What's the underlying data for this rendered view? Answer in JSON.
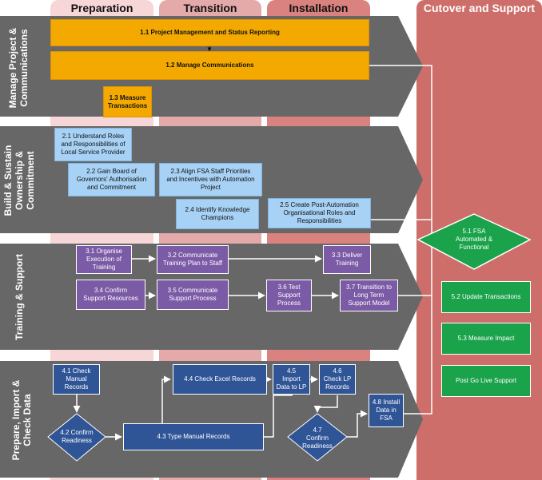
{
  "columns": {
    "preparation": "Preparation",
    "transition": "Transition",
    "installation": "Installation",
    "cutover": "Cutover and Support"
  },
  "bands": {
    "b1": "Manage Project &\nCommunications",
    "b2": "Build & Sustain\nOwnership &\nCommitment",
    "b3": "Training & Support",
    "b4": "Prepare, Import &\nCheck Data"
  },
  "tasks": {
    "t1_1": "1.1 Project Management and Status Reporting",
    "t1_2": "1.2 Manage Communications",
    "t1_3": "1.3 Measure\nTransactions",
    "t2_1": "2.1 Understand Roles\nand Responsibilities of\nLocal Service Provider",
    "t2_2": "2.2 Gain Board of\nGovernors' Authorisation\nand Commitment",
    "t2_3": "2.3 Align FSA Staff Priorities\nand Incentives with Automation\nProject",
    "t2_4": "2.4 Identify Knowledge\nChampions",
    "t2_5": "2.5 Create Post-Automation\nOrganisational Roles and\nResponsibilities",
    "t3_1": "3.1 Organise\nExecution of\nTraining",
    "t3_2": "3.2 Communicate\nTraining Plan to Staff",
    "t3_3": "3.3 Deliver\nTraining",
    "t3_4": "3.4 Confirm\nSupport Resources",
    "t3_5": "3.5 Communicate\nSupport Process",
    "t3_6": "3.6 Test\nSupport\nProcess",
    "t3_7": "3.7 Transition to\nLong Term\nSupport Model",
    "t4_1": "4.1 Check\nManual\nRecords",
    "t4_2": "4.2 Confirm\nReadiness",
    "t4_3": "4.3 Type Manual Records",
    "t4_4": "4.4 Check Excel Records",
    "t4_5": "4.5\nImport\nData to LP",
    "t4_6": "4.6\nCheck LP\nRecords",
    "t4_7": "4.7\nConfirm\nReadiness",
    "t4_8": "4.8 Install\nData in\nFSA",
    "t5_1": "5.1 FSA\nAutomated &\nFunctional",
    "t5_2": "5.2 Update Transactions",
    "t5_3": "5.3 Measure Impact",
    "t5_4": "Post Go Live Support"
  },
  "colors": {
    "preparation": "#f6d6d6",
    "transition": "#e4a9a9",
    "installation": "#d9827f",
    "cutover": "#cd6e6a",
    "band": "#676767",
    "orange": "#f4a900",
    "light_blue": "#a8d2f5",
    "purple": "#7b5aa6",
    "dark_blue": "#2f5597",
    "green": "#1aa34a"
  }
}
